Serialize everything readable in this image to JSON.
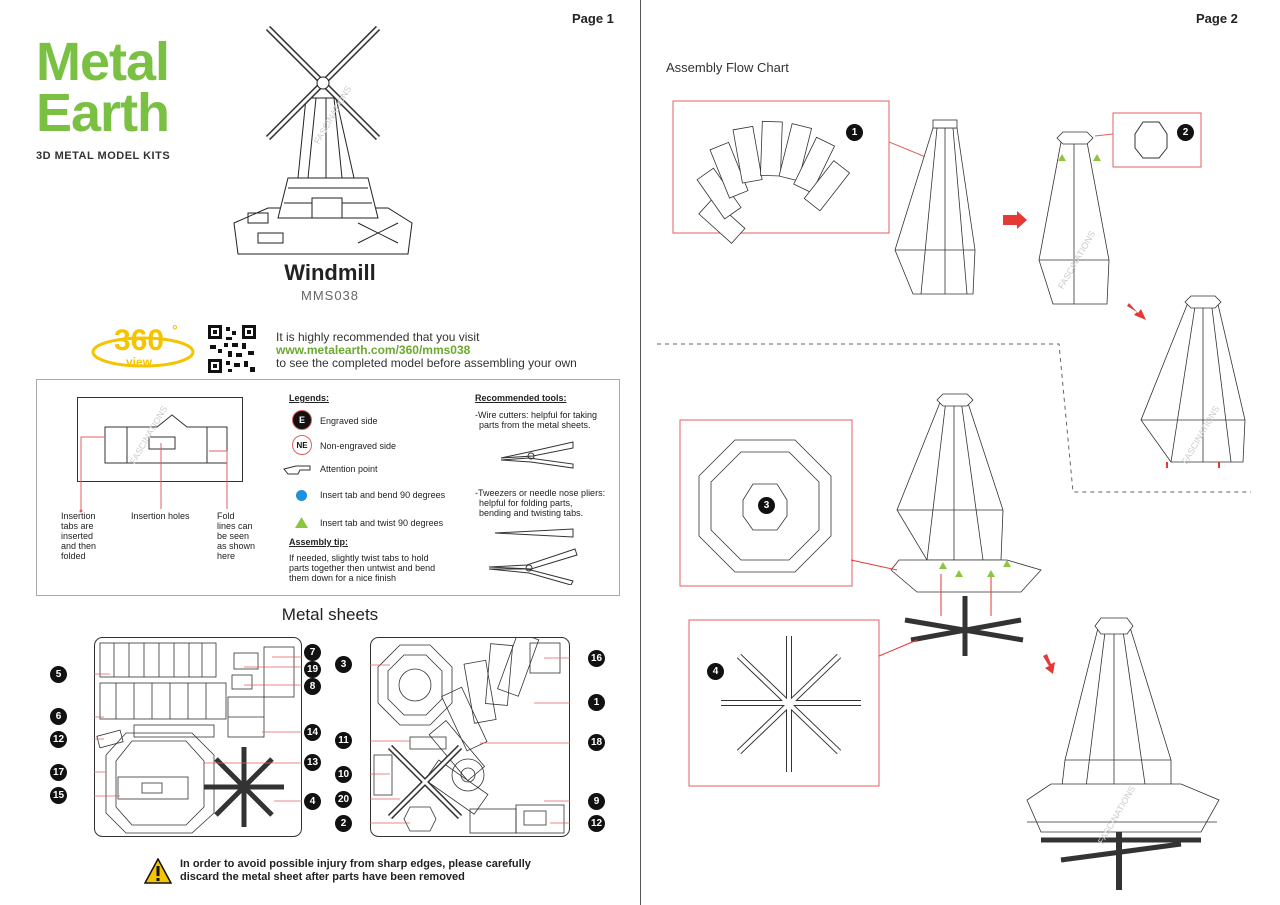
{
  "page1": {
    "page_label": "Page 1",
    "brand_line1": "Metal",
    "brand_line2": "Earth",
    "tagline": "3D METAL MODEL KITS",
    "model_title": "Windmill",
    "model_code": "MMS038",
    "view360": {
      "number": "360",
      "degree": "°",
      "word": "view"
    },
    "recommend": {
      "line1": "It is highly recommended that you visit",
      "url": "www.metalearth.com/360/mms038",
      "line3": "to see the completed model before assembling your own"
    },
    "diagram_labels": {
      "tabs": [
        "Insertion",
        "tabs are",
        "inserted",
        "and then",
        "folded"
      ],
      "holes": "Insertion holes",
      "fold": [
        "Fold",
        "lines can",
        "be seen",
        "as shown",
        "here"
      ]
    },
    "legends": {
      "header": "Legends:",
      "engraved_mark": "E",
      "engraved": "Engraved side",
      "non_engraved_mark": "NE",
      "non_engraved": "Non-engraved side",
      "attention": "Attention point",
      "bend90": "Insert tab and bend 90 degrees",
      "twist90": "Insert tab and twist 90 degrees"
    },
    "assembly_tip": {
      "header": "Assembly tip:",
      "lines": [
        "If needed, slightly twist tabs to hold",
        "parts together then untwist and bend",
        "them down for a nice finish"
      ]
    },
    "tools": {
      "header": "Recommended tools:",
      "cutters": [
        "-Wire cutters: helpful for taking",
        "parts from the metal sheets."
      ],
      "tweezers": [
        "-Tweezers or needle nose pliers:",
        "helpful for folding parts,",
        "bending and twisting tabs."
      ]
    },
    "sheets_title": "Metal sheets",
    "warning": [
      "In order to avoid possible injury from sharp edges, please carefully",
      "discard the metal sheet after parts have been removed"
    ],
    "watermark": "FASCINATIONS",
    "sheet_left_numbers": [
      "5",
      "6",
      "12",
      "17",
      "15"
    ],
    "sheet_left_right_numbers": [
      "7",
      "19",
      "8",
      "14",
      "13",
      "4"
    ],
    "sheet_right_left_numbers": [
      "3",
      "11",
      "10",
      "20",
      "2"
    ],
    "sheet_right_right_numbers": [
      "16",
      "1",
      "18",
      "9",
      "12"
    ]
  },
  "page2": {
    "page_label": "Page 2",
    "flow_title": "Assembly Flow Chart",
    "steps": [
      "1",
      "2",
      "3",
      "4"
    ]
  },
  "colors": {
    "brand_green": "#7ac143",
    "red_line": "#e06060",
    "yellow": "#f5c400"
  }
}
